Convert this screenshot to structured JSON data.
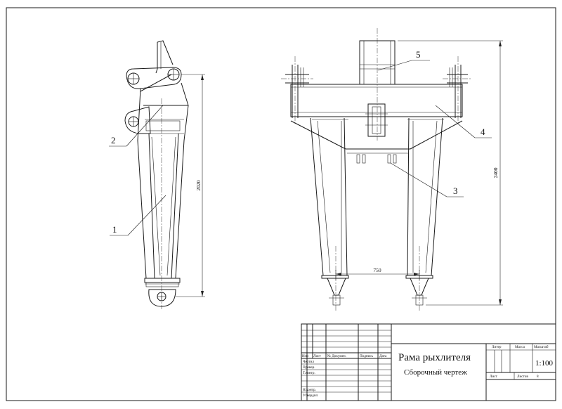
{
  "drawing": {
    "title": "Рама рыхлителя",
    "subtitle": "Сборочный чертеж",
    "scale": "1:100"
  },
  "leaders": [
    {
      "id": "1",
      "label": "1"
    },
    {
      "id": "2",
      "label": "2"
    },
    {
      "id": "3",
      "label": "3"
    },
    {
      "id": "4",
      "label": "4"
    },
    {
      "id": "5",
      "label": "5"
    }
  ],
  "dimensions": {
    "side_height": "2020",
    "front_height": "2400",
    "base_width": "750"
  },
  "title_block": {
    "col_headers": [
      "Изм",
      "Лист",
      "№ Докумен.",
      "Подпись",
      "Дата"
    ],
    "roles": [
      "Чертил",
      "Провер.",
      "Т.контр.",
      "",
      "Н.контр.",
      "Утвердил"
    ],
    "litera": "Литер",
    "massa": "Масса",
    "masshtab": "Масштаб",
    "list": "Лист",
    "listov": "Листов",
    "listov_value": "8"
  }
}
